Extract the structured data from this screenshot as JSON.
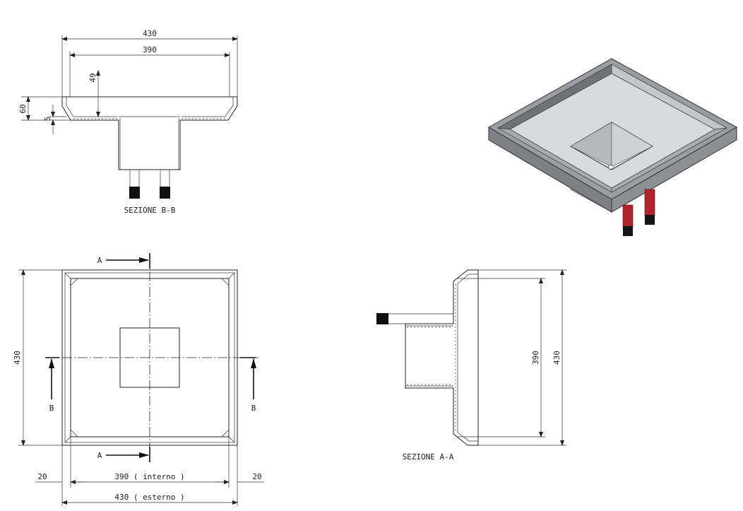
{
  "section_bb": {
    "title": "SEZIONE  B-B",
    "dim_outer": "430",
    "dim_inner": "390",
    "dim_depth": "49",
    "dim_height": "60",
    "dim_flange": "5"
  },
  "plan": {
    "dim_outer_v": "430",
    "dim_inner_h": "390  ( interno )",
    "dim_outer_h": "430  ( esterno )",
    "dim_left": "20",
    "dim_right": "20",
    "cut_a_top": "A",
    "cut_a_bottom": "A",
    "cut_b_left": "B",
    "cut_b_right": "B"
  },
  "section_aa": {
    "title": "SEZIONE  A-A",
    "dim_inner": "390",
    "dim_outer": "430"
  },
  "iso_view": {
    "colors": {
      "steel_dark": "#8a8d92",
      "steel_light": "#d9dadd",
      "pipe_red": "#b3242a",
      "pipe_cap": "#141414"
    }
  }
}
